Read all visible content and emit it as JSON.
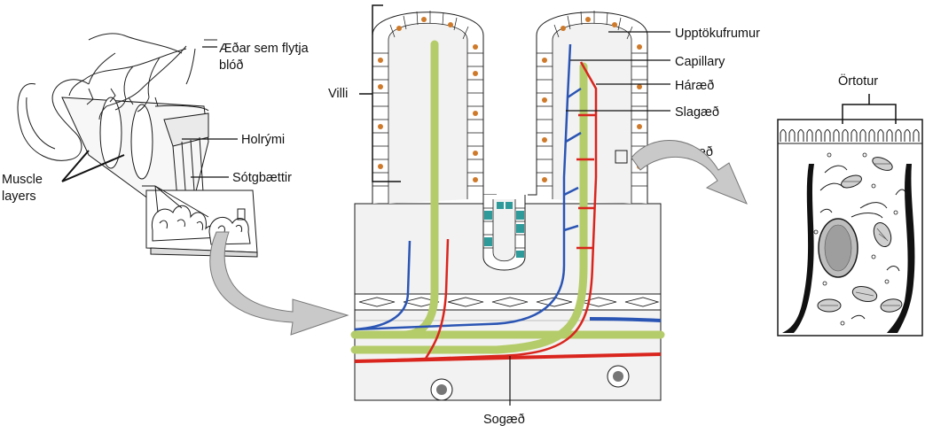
{
  "labels": {
    "blood_vessels_line1": "Æðar sem flytja",
    "blood_vessels_line2": "blóð",
    "lumen": "Holrými",
    "muscle_layers_line1": "Muscle",
    "muscle_layers_line2": "layers",
    "folds": "Sótgbættir",
    "villi": "Villi",
    "absorptive_cells": "Upptökufrumur",
    "capillary": "Capillary",
    "hair_vessel": "Háræð",
    "artery": "Slagæð",
    "vein": "Bláæð",
    "lymph_vessel": "Sogæð",
    "microvilli": "Örtotur"
  },
  "colors": {
    "artery": "#d9251d",
    "vein": "#2b55b4",
    "lymph": "#b5cc6a",
    "goblet": "#cf7a2a",
    "crypt": "#2e9a9a",
    "arrow_fill": "#c9c9c9",
    "tissue_fill": "#f2f2f2",
    "outline": "#1a1a1a"
  }
}
